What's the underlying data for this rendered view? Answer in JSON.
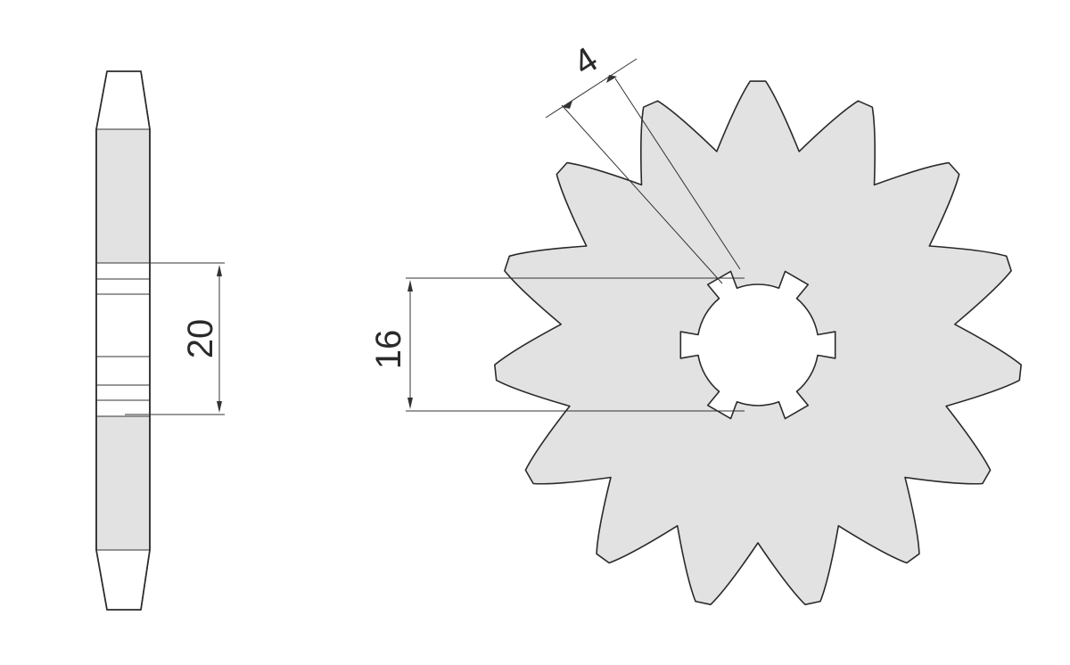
{
  "drawing": {
    "teeth": 15,
    "spline_notches": 6,
    "colors": {
      "part_fill": "#e2e2e2",
      "outline": "#2a2a2a",
      "background": "#ffffff"
    }
  },
  "dimensions": {
    "hub_width": "20",
    "bore": "16",
    "tooth_thickness": "4"
  }
}
